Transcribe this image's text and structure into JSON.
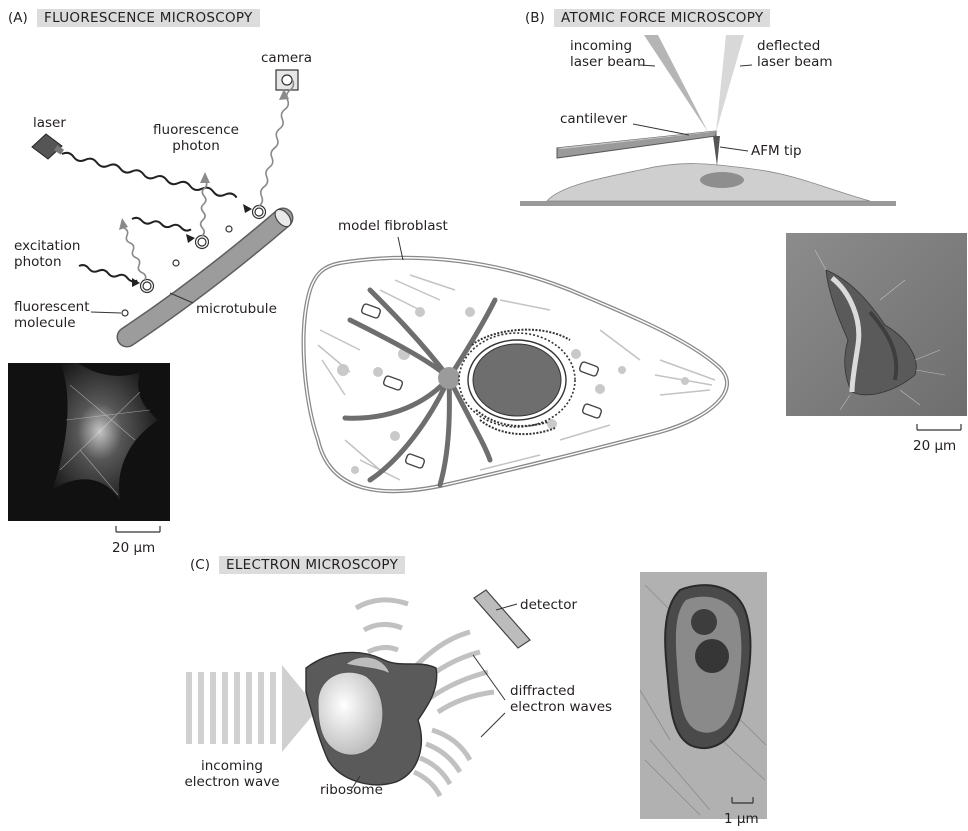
{
  "panels": {
    "a": {
      "letter": "(A)",
      "title": "FLUORESCENCE MICROSCOPY"
    },
    "b": {
      "letter": "(B)",
      "title": "ATOMIC FORCE MICROSCOPY"
    },
    "c": {
      "letter": "(C)",
      "title": "ELECTRON MICROSCOPY"
    }
  },
  "fluorescence": {
    "camera": "camera",
    "laser": "laser",
    "fluorescence_photon": [
      "fluorescence",
      "photon"
    ],
    "excitation_photon": [
      "excitation",
      "photon"
    ],
    "fluorescent_molecule": [
      "fluorescent",
      "molecule"
    ],
    "microtubule": "microtubule",
    "scale_bar": "20 µm"
  },
  "afm": {
    "incoming_laser_beam": [
      "incoming",
      "laser beam"
    ],
    "deflected_laser_beam": [
      "deflected",
      "laser beam"
    ],
    "cantilever": "cantilever",
    "afm_tip": "AFM tip",
    "scale_bar": "20 µm"
  },
  "center": {
    "model_fibroblast": "model fibroblast"
  },
  "electron": {
    "detector": "detector",
    "diffracted_electron_waves": [
      "diffracted",
      "electron waves"
    ],
    "incoming_electron_wave": [
      "incoming",
      "electron wave"
    ],
    "ribosome": "ribosome",
    "scale_bar": "1 µm"
  },
  "colors": {
    "title_bg": "#dcdcdc",
    "dark_gray": "#6a6a6a",
    "mid_gray": "#9a9a9a",
    "light_gray": "#c8c8c8",
    "wave_gray": "#bdbdbd"
  }
}
